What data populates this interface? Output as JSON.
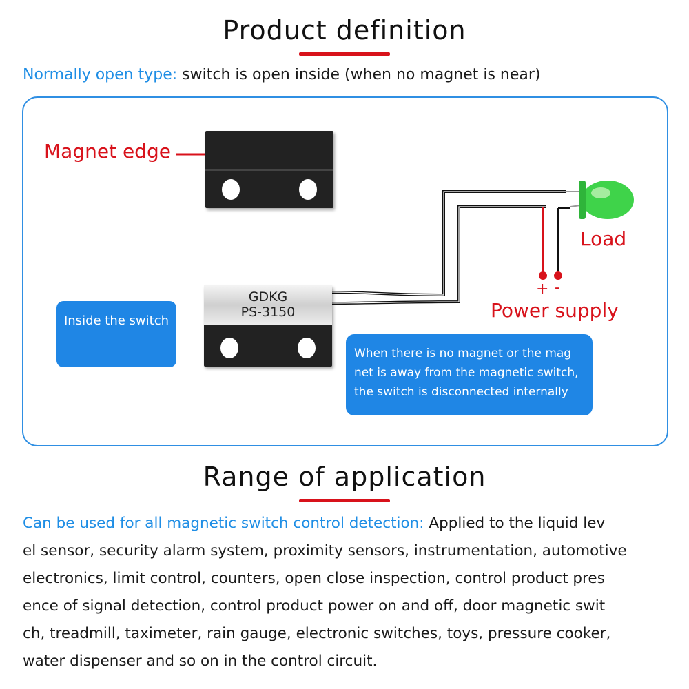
{
  "section1": {
    "title": "Product definition",
    "subtitle_accent": "Normally open type:",
    "subtitle_rest": " switch is open inside (when no magnet is near)"
  },
  "diagram": {
    "magnet_label": "Magnet edge",
    "sensor_brand": "GDKG",
    "sensor_model": "PS-3150",
    "load_label": "Load",
    "plus_label": "+",
    "minus_label": "-",
    "power_label": "Power supply",
    "inside_label": "Inside the switch",
    "info_lines": [
      "When there is no magnet or the mag",
      "net is away from the magnetic switch,",
      "the switch is disconnected internally"
    ]
  },
  "section2": {
    "title": "Range of application",
    "accent": "Can be used for all magnetic switch control detection:",
    "first_rest": " Applied to the liquid lev",
    "lines": [
      "el sensor, security alarm system, proximity sensors, instrumentation, automotive",
      "electronics, limit control, counters, open close inspection, control product pres",
      "ence of signal detection, control product power on and off, door magnetic swit",
      "ch, treadmill, taximeter, rain gauge, electronic switches, toys, pressure cooker,",
      "water dispenser and so on in the control circuit."
    ]
  },
  "colors": {
    "accent_blue": "#1f8ee5",
    "accent_red": "#d8121b",
    "led_green": "#3fd34a"
  }
}
